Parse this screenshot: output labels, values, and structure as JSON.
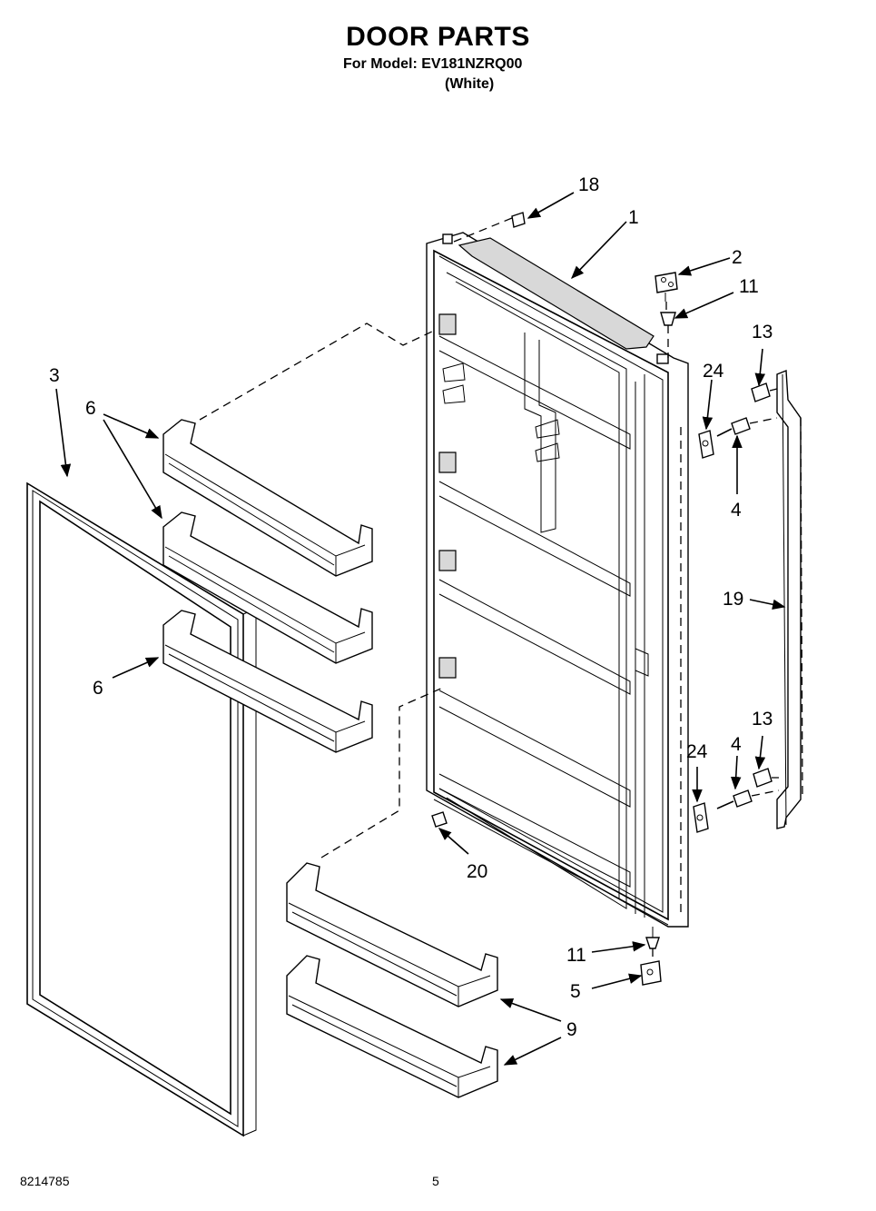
{
  "header": {
    "title": "DOOR PARTS",
    "model_line": "For Model: EV181NZRQ00",
    "color_line": "(White)"
  },
  "footer": {
    "doc_number": "8214785",
    "page_number": "5"
  },
  "callouts": {
    "c18": "18",
    "c1": "1",
    "c2": "2",
    "c11a": "11",
    "c13a": "13",
    "c24a": "24",
    "c4a": "4",
    "c3": "3",
    "c6a": "6",
    "c6b": "6",
    "c19": "19",
    "c13b": "13",
    "c24b": "24",
    "c4b": "4",
    "c20": "20",
    "c11b": "11",
    "c5": "5",
    "c9": "9"
  }
}
